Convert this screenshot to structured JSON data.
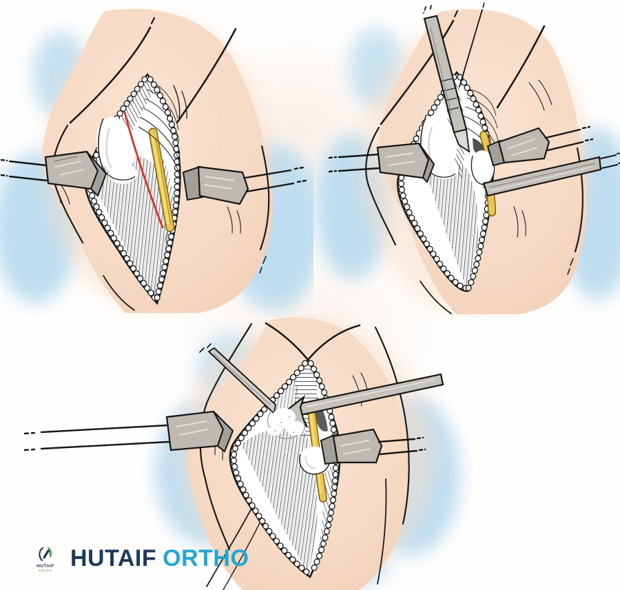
{
  "page": {
    "background_color": "#fffefd",
    "panel_count": 3
  },
  "logo": {
    "brand_primary": "HUTAIF",
    "brand_secondary": "ORTHO",
    "mark_text": "HUTAIF",
    "mark_subtext": "ORTHO",
    "primary_color": "#1d3a5a",
    "secondary_color": "#21a9d1",
    "mark_green": "#3f9d49"
  },
  "palette": {
    "skin": "#f5d9c3",
    "skin_light": "#f9e4d3",
    "outline_ink": "#1a1a1a",
    "halo_blue": "#b7d9ee",
    "wound_white": "#ffffff",
    "nerve_yellow": "#e9c64f",
    "nerve_dark": "#7a5d12",
    "marking_red": "#d63127",
    "instrument_steel": "#beb9b2",
    "instrument_shadow": "#8a857f",
    "bone_white": "#ffffff"
  },
  "figure": {
    "description_names": [
      "incision-exposure-with-retractors",
      "fascia-division-with-scalpel-and-retractors",
      "deep-dissection-with-probe-and-arrow"
    ]
  }
}
